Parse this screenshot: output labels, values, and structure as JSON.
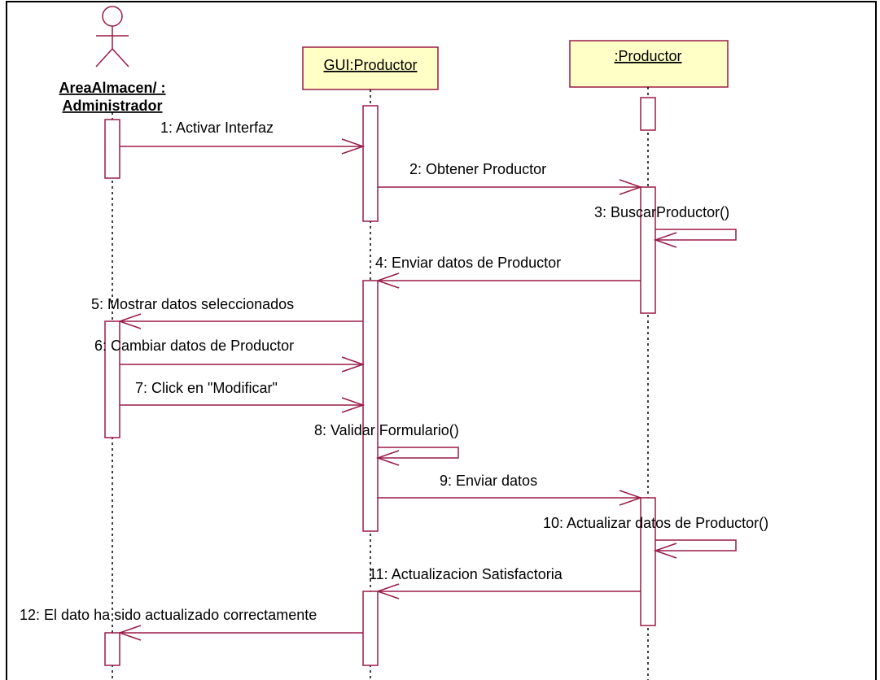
{
  "colors": {
    "line": "#9a1b47",
    "box_fill": "#ffffc6",
    "box_border": "#9a1b47",
    "frame": "#000000"
  },
  "actor": {
    "line1": "AreaAlmacen/ :",
    "line2": "Administrador",
    "icon": "stick-figure-actor-icon"
  },
  "objects": [
    {
      "label": "GUI:Productor"
    },
    {
      "label": ":Productor"
    }
  ],
  "messages": [
    {
      "label": "1: Activar Interfaz",
      "from": "actor",
      "to": "gui"
    },
    {
      "label": "2: Obtener Productor",
      "from": "gui",
      "to": "prod"
    },
    {
      "label": "3: BuscarProductor()",
      "from": "prod",
      "to": "prod"
    },
    {
      "label": "4: Enviar datos de Productor",
      "from": "prod",
      "to": "gui"
    },
    {
      "label": "5: Mostrar datos seleccionados",
      "from": "gui",
      "to": "actor"
    },
    {
      "label": "6: Cambiar datos de Productor",
      "from": "actor",
      "to": "gui"
    },
    {
      "label": "7: Click en \"Modificar\"",
      "from": "actor",
      "to": "gui"
    },
    {
      "label": "8: Validar Formulario()",
      "from": "gui",
      "to": "gui"
    },
    {
      "label": "9: Enviar datos",
      "from": "gui",
      "to": "prod"
    },
    {
      "label": "10: Actualizar datos de Productor()",
      "from": "prod",
      "to": "prod"
    },
    {
      "label": "11: Actualizacion Satisfactoria",
      "from": "prod",
      "to": "gui"
    },
    {
      "label": "12: El dato ha sido actualizado correctamente",
      "from": "gui",
      "to": "actor"
    }
  ]
}
